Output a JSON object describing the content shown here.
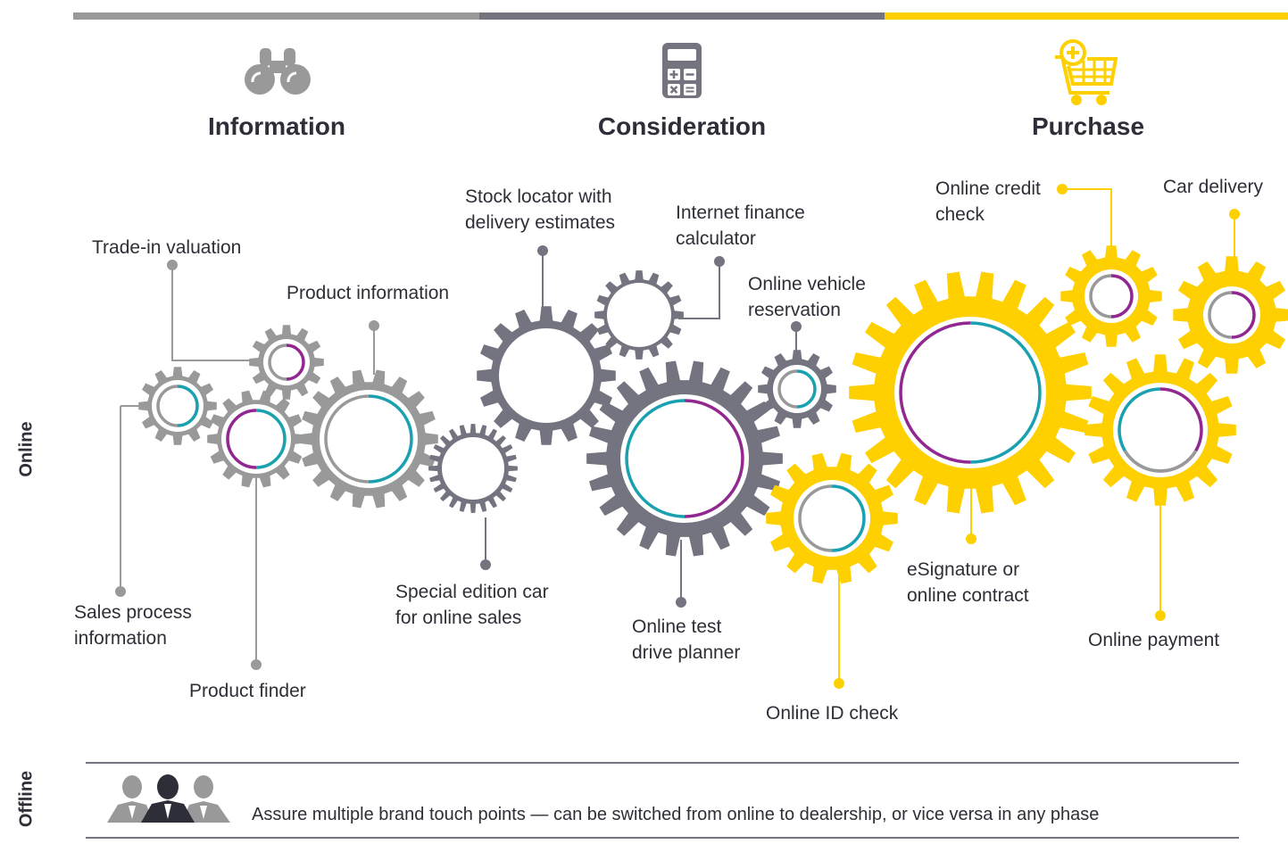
{
  "phases": [
    {
      "title": "Information",
      "icon": "binoculars-icon",
      "bar_color": "#999999"
    },
    {
      "title": "Consideration",
      "icon": "calculator-icon",
      "bar_color": "#747480"
    },
    {
      "title": "Purchase",
      "icon": "cart-add-icon",
      "bar_color": "#ffd000"
    }
  ],
  "channels": {
    "online": "Online",
    "offline": "Offline"
  },
  "touchpoints": {
    "trade_in": "Trade-in valuation",
    "product_information": "Product information",
    "stock_locator": "Stock locator with\ndelivery estimates",
    "finance_calculator": "Internet finance\ncalculator",
    "vehicle_reservation": "Online vehicle\nreservation",
    "credit_check": "Online credit\ncheck",
    "car_delivery": "Car delivery",
    "sales_process": "Sales process\ninformation",
    "product_finder": "Product finder",
    "special_edition": "Special edition car\nfor online sales",
    "test_drive": "Online test\ndrive planner",
    "id_check": "Online ID check",
    "esignature": "eSignature or\nonline contract",
    "online_payment": "Online payment"
  },
  "offline_text": "Assure multiple brand touch points — can be switched from online to dealership, or vice versa in any phase",
  "colors": {
    "gray_light": "#999999",
    "gray_dark": "#747480",
    "yellow": "#ffd000",
    "teal": "#1aa1b0",
    "purple": "#91278f",
    "text": "#2e2e38"
  }
}
